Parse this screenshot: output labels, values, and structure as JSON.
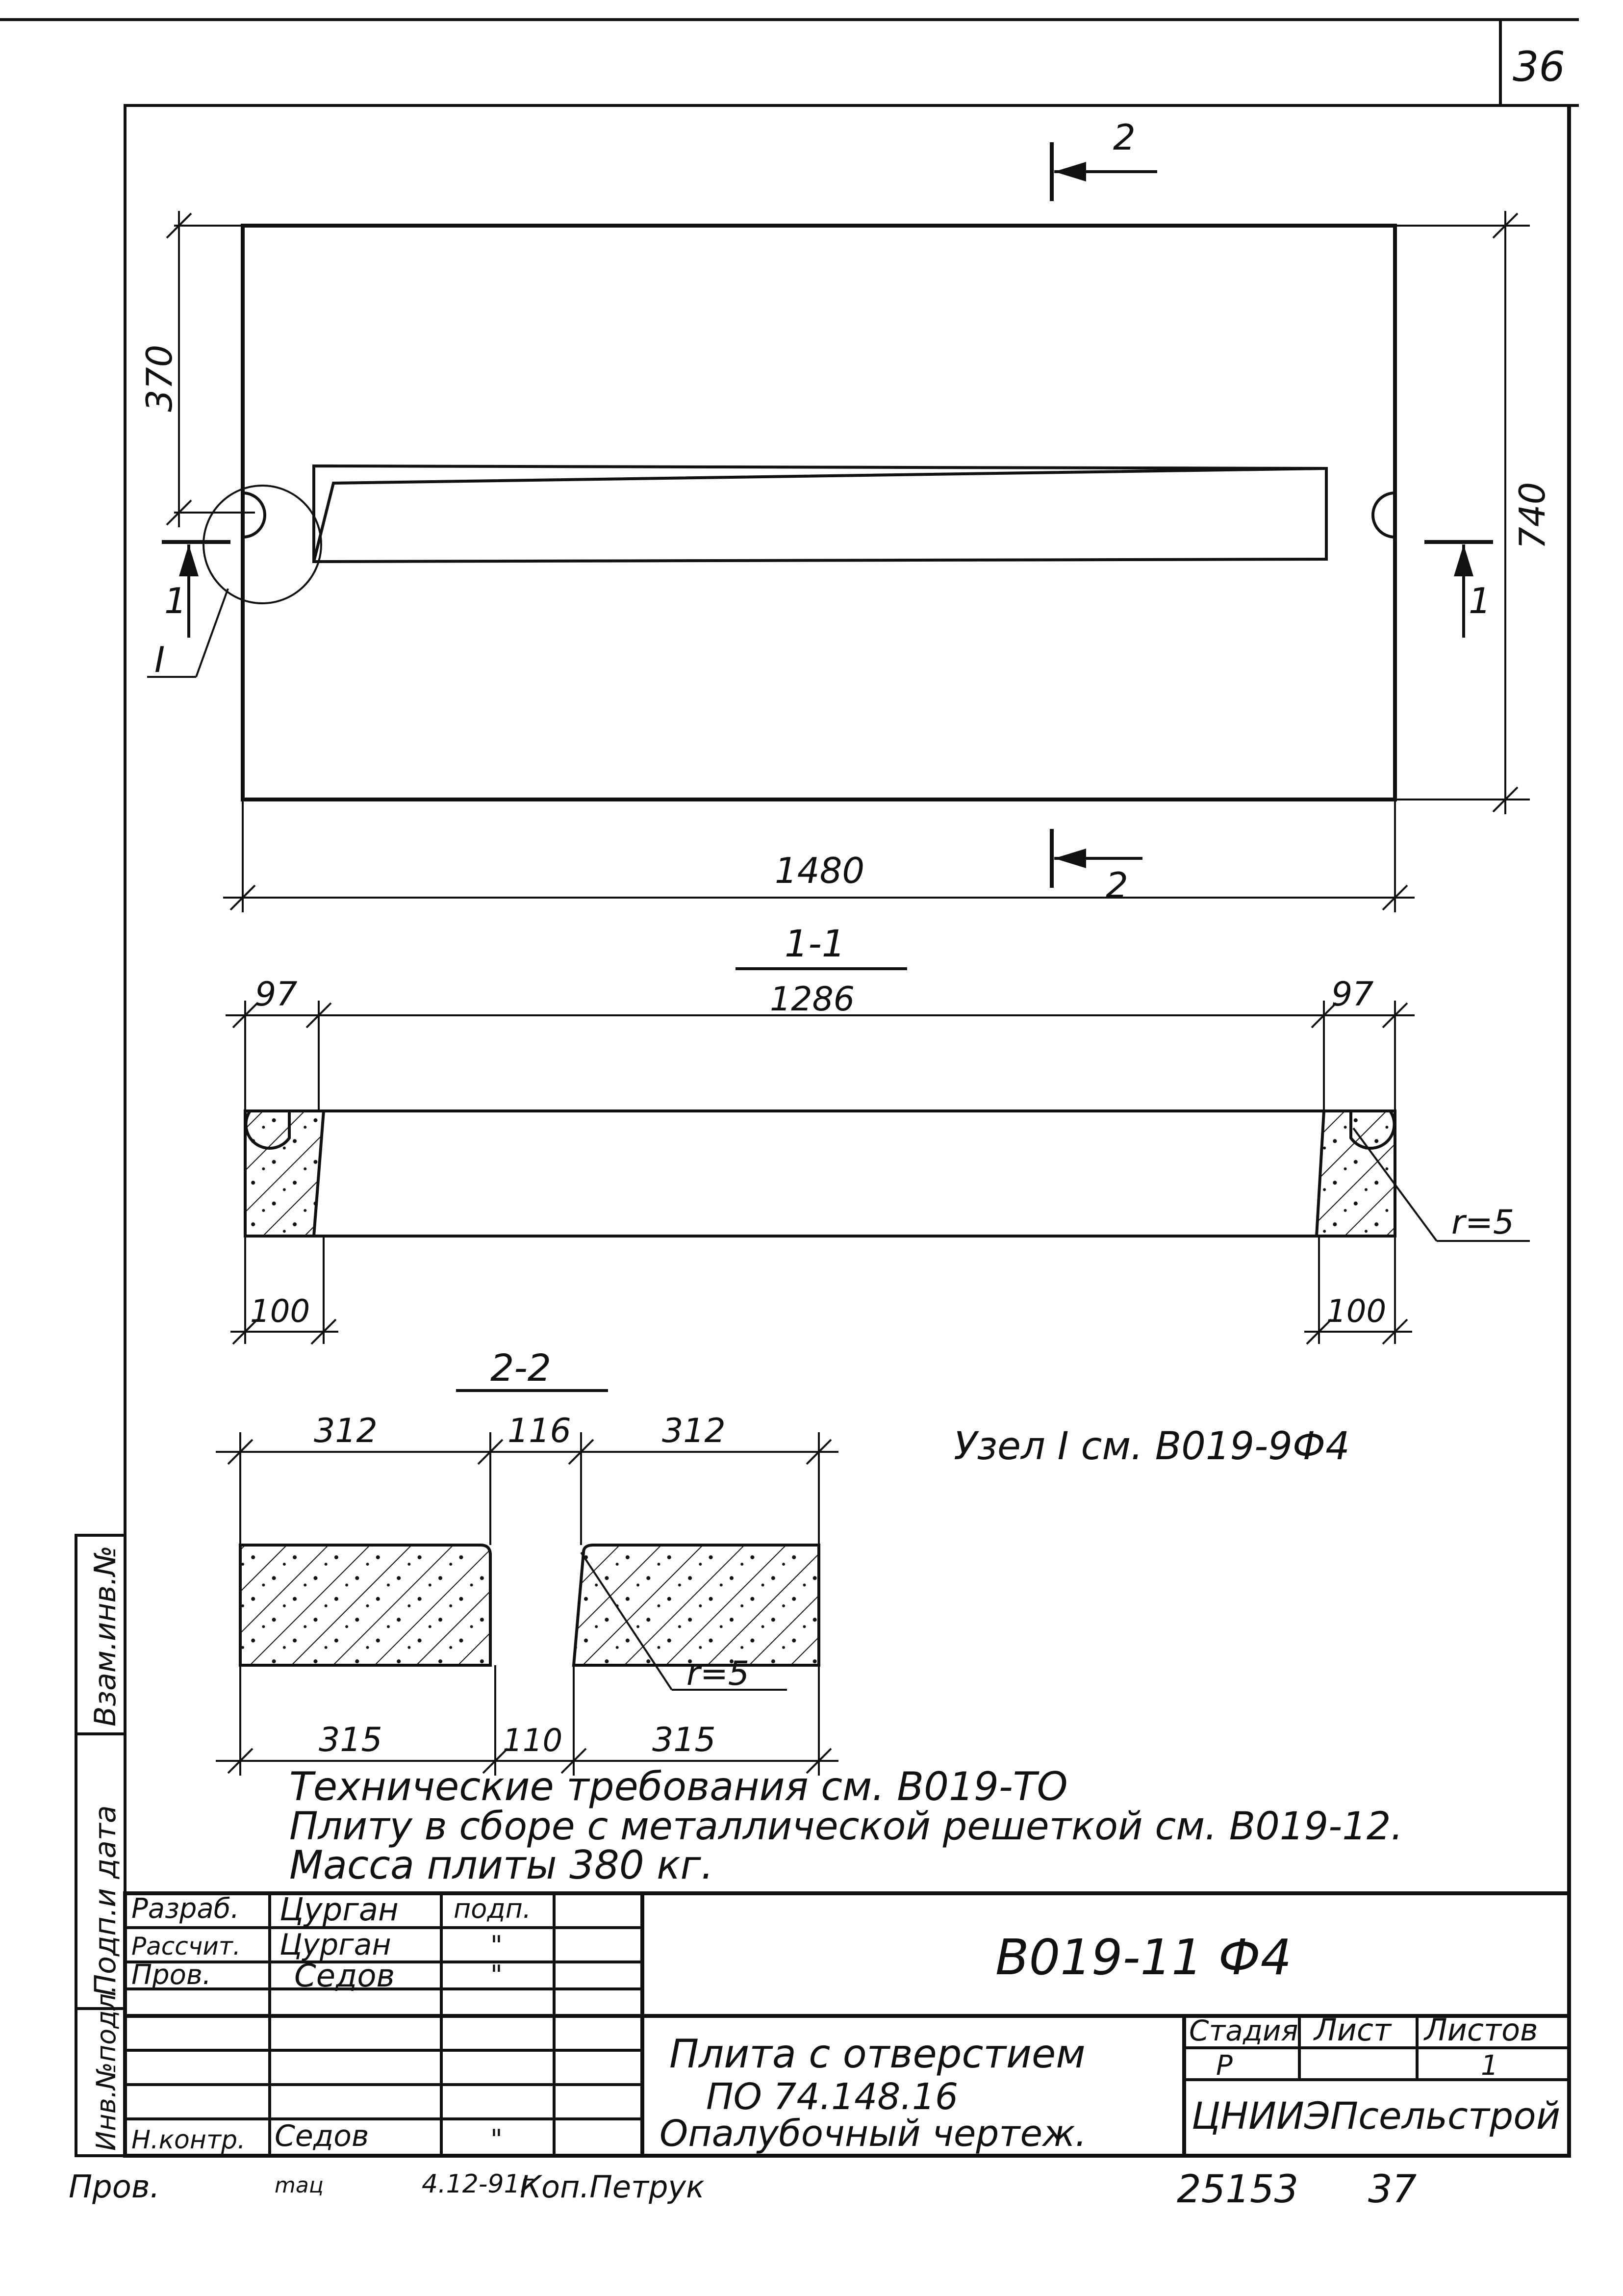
{
  "sheet_number": "36",
  "plan": {
    "dim_width": "1480",
    "dim_height": "740",
    "dim_half": "370",
    "section_mark_1": "1",
    "section_mark_2": "2",
    "node_mark": "I"
  },
  "section_1_1": {
    "title": "1-1",
    "dim_top_left": "97",
    "dim_top_mid": "1286",
    "dim_top_right": "97",
    "dim_bottom_left": "100",
    "dim_bottom_right": "100",
    "radius_note": "r=5"
  },
  "section_2_2": {
    "title": "2-2",
    "dim_top_left": "312",
    "dim_top_mid": "116",
    "dim_top_right": "312",
    "dim_bottom_left": "315",
    "dim_bottom_mid": "110",
    "dim_bottom_right": "315",
    "radius_note": "r=5"
  },
  "node_reference": "Узел I см. В019-9Ф4",
  "notes": [
    "Технические требования см. В019-ТО",
    "Плиту в сборе с металлической решеткой см. В019-12.",
    "Масса плиты 380 кг."
  ],
  "side_stamps": [
    "Взам.инв.№",
    "Подп.и дата",
    "Инв.№подл."
  ],
  "title_block": {
    "designation": "В019-11 Ф4",
    "rows": [
      {
        "role": "Разраб.",
        "name": "Цурган",
        "sign": "подп."
      },
      {
        "role": "Рассчит.",
        "name": "Цурган",
        "sign": "\""
      },
      {
        "role": "Пров.",
        "name": "Седов",
        "sign": "\""
      },
      {
        "role": "Н.контр.",
        "name": "Седов",
        "sign": "\""
      }
    ],
    "title_lines": [
      "Плита с отверстием",
      "ПО 74.148.16",
      "Опалубочный чертеж."
    ],
    "stage_header": "Стадия",
    "sheet_header": "Лист",
    "sheets_header": "Листов",
    "stage_value": "Р",
    "sheet_value": "",
    "sheets_value": "1",
    "organization": "ЦНИИЭПсельстрой"
  },
  "footer": {
    "checked": "Пров.",
    "date": "4.12-91г",
    "copied": "Коп.Петрук",
    "order": "25153",
    "page": "37"
  }
}
